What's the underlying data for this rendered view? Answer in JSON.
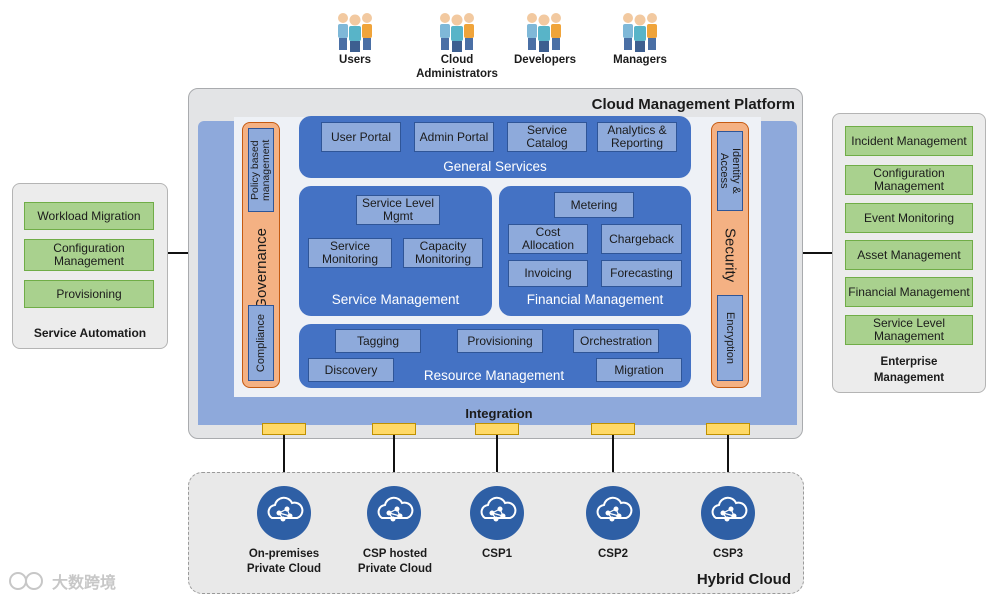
{
  "personas": [
    {
      "label": "Users"
    },
    {
      "label": "Cloud Administrators"
    },
    {
      "label": "Developers"
    },
    {
      "label": "Managers"
    }
  ],
  "platform": {
    "title": "Cloud Management Platform",
    "integration_label": "Integration",
    "general_services": {
      "title": "General Services",
      "items": [
        "User Portal",
        "Admin Portal",
        "Service Catalog",
        "Analytics & Reporting"
      ]
    },
    "service_management": {
      "title": "Service Management",
      "items": [
        "Service Level Mgmt",
        "Service Monitoring",
        "Capacity Monitoring"
      ]
    },
    "financial_management": {
      "title": "Financial Management",
      "items": [
        "Metering",
        "Cost Allocation",
        "Chargeback",
        "Invoicing",
        "Forecasting"
      ]
    },
    "resource_management": {
      "title": "Resource Management",
      "items": [
        "Tagging",
        "Provisioning",
        "Orchestration",
        "Discovery",
        "Migration"
      ]
    },
    "governance": {
      "title": "Governance",
      "items": [
        "Policy based management",
        "Compliance"
      ]
    },
    "security": {
      "title": "Security",
      "items": [
        "Identity & Access",
        "Encryption"
      ]
    }
  },
  "service_automation": {
    "title": "Service Automation",
    "items": [
      "Workload Migration",
      "Configuration Management",
      "Provisioning"
    ]
  },
  "enterprise_management": {
    "title": "Enterprise Management",
    "items": [
      "Incident Management",
      "Configuration Management",
      "Event Monitoring",
      "Asset Management",
      "Financial Management",
      "Service Level Management"
    ]
  },
  "hybrid_cloud": {
    "title": "Hybrid Cloud",
    "clouds": [
      "On-premises Private Cloud",
      "CSP hosted Private Cloud",
      "CSP1",
      "CSP2",
      "CSP3"
    ]
  },
  "watermark": "大数跨境",
  "colors": {
    "panel_blue": "#4472c4",
    "chip_blue": "#8eaadb",
    "band_blue": "#8ea9db",
    "green": "#a9d18e",
    "orange": "#f4b183",
    "connector_yellow": "#ffd966"
  }
}
